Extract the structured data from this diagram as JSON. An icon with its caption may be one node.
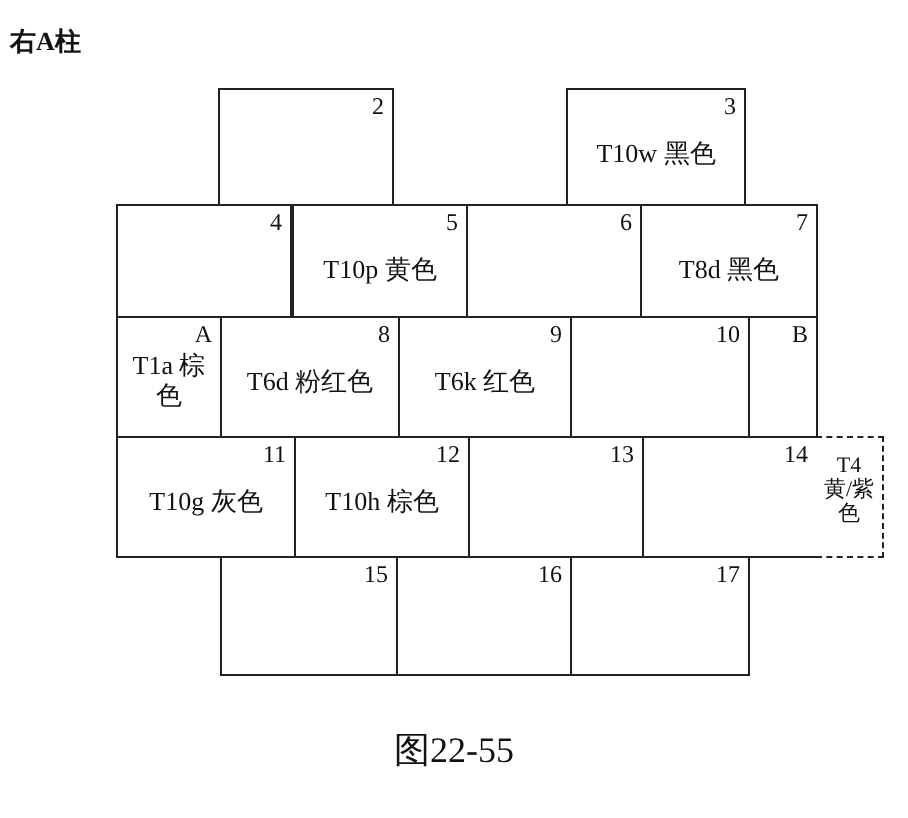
{
  "diagram": {
    "title": "右A柱",
    "caption": "图22-55",
    "nodes": [
      {
        "text": [
          "2"
        ]
      },
      {
        "text": [
          "3",
          "T10w 黑色"
        ]
      },
      {
        "text": [
          "4"
        ]
      },
      {
        "text": [
          "5",
          "T10p 黄色"
        ]
      },
      {
        "text": [
          "6"
        ]
      },
      {
        "text": [
          "7",
          "T8d 黑色"
        ]
      },
      {
        "text": [
          "A",
          "T1a 棕色"
        ]
      },
      {
        "text": [
          "8",
          "T6d 粉红色"
        ]
      },
      {
        "text": [
          "9",
          "T6k 红色"
        ]
      },
      {
        "text": [
          "10"
        ]
      },
      {
        "text": [
          "B"
        ]
      },
      {
        "text": [
          "11",
          "T10g 灰色"
        ]
      },
      {
        "text": [
          "12",
          "T10h 棕色"
        ]
      },
      {
        "text": [
          "13"
        ]
      },
      {
        "text": [
          "14"
        ]
      },
      {
        "text": [
          "15"
        ]
      },
      {
        "text": [
          "16"
        ]
      },
      {
        "text": [
          "17"
        ]
      },
      {
        "text": [
          "T4 黄/紫色"
        ]
      }
    ]
  }
}
